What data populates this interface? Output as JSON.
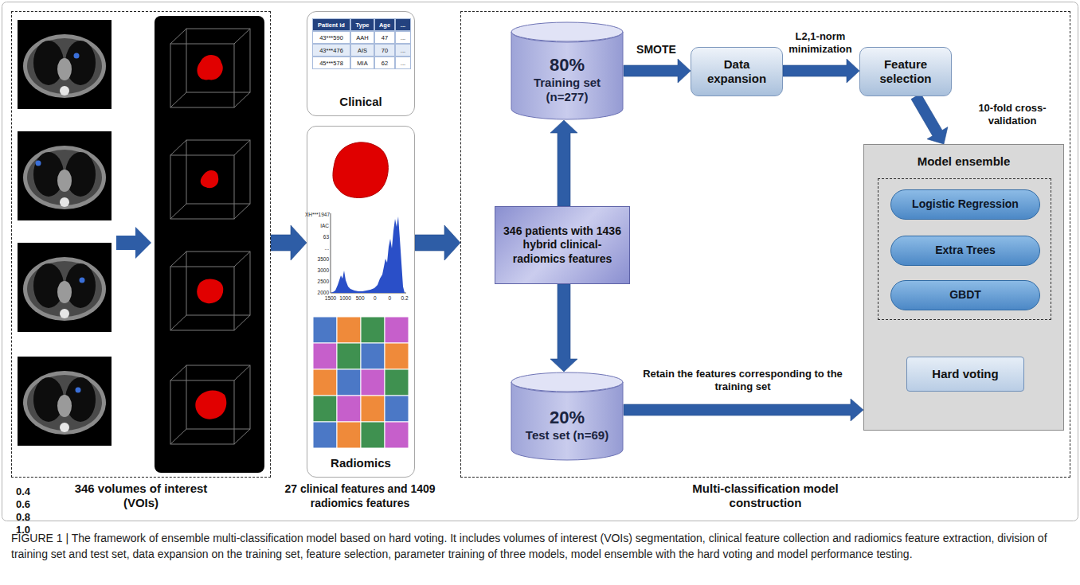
{
  "diagram": {
    "caption": "FIGURE 1 | The framework of ensemble multi-classification model based on hard voting. It includes volumes of interest (VOIs) segmentation, clinical feature collection and radiomics feature extraction, division of training set and test set, data expansion on the training set, feature selection, parameter training of three models, model ensemble with the hard voting and model performance testing.",
    "nodes": [
      {
        "text": [
          "346 volumes of interest (VOIs)"
        ]
      },
      {
        "text": [
          "Clinical"
        ]
      },
      {
        "text": [
          "Radiomics"
        ]
      },
      {
        "text": [
          "Multi-classification model construction"
        ]
      },
      {
        "text": [
          "80%",
          "Training set (n=277)"
        ],
        "in": 3
      },
      {
        "text": [
          "346 patients with 1436 hybrid clinical-radiomics features"
        ],
        "in": 3
      },
      {
        "text": [
          "20%",
          "Test set (n=69)"
        ],
        "in": 3
      },
      {
        "text": [
          "Data expansion"
        ],
        "in": 3
      },
      {
        "text": [
          "Feature selection"
        ],
        "in": 3
      },
      {
        "text": [
          "Model ensemble"
        ],
        "in": 3
      },
      {
        "text": [
          "Logistic Regression"
        ],
        "in": 9
      },
      {
        "text": [
          "Extra Trees"
        ],
        "in": 9
      },
      {
        "text": [
          "GBDT"
        ],
        "in": 9
      },
      {
        "text": [
          "Hard voting"
        ],
        "in": 9
      }
    ],
    "edges": [
      {
        "from": 0,
        "to": 2,
        "arrow": "to"
      },
      {
        "from": 2,
        "to": 3,
        "arrow": "to"
      },
      {
        "from": 5,
        "to": 4,
        "arrow": "to"
      },
      {
        "from": 5,
        "to": 6,
        "arrow": "to"
      },
      {
        "from": 4,
        "to": 7,
        "arrow": "to",
        "label": "SMOTE"
      },
      {
        "from": 7,
        "to": 8,
        "arrow": "to",
        "label": "L2,1-norm minimization"
      },
      {
        "from": 8,
        "to": 9,
        "arrow": "to",
        "label": "10-fold cross-validation"
      },
      {
        "from": 6,
        "to": 9,
        "arrow": "to",
        "label": "Retain the features corresponding to the training set"
      },
      {
        "from": 12,
        "to": 13,
        "arrow": "to"
      }
    ],
    "labels": [
      "27 clinical features and 1409 radiomics features",
      "Patient id",
      "Type",
      "Age",
      "...",
      "43***590",
      "AAH",
      "47",
      "...",
      "43***476",
      "AIS",
      "70",
      "...",
      "45***578",
      "MIA",
      "62",
      "...",
      "XH***1947",
      "IAC",
      "63",
      "...",
      "3500",
      "3000",
      "2500",
      "2000",
      "1500",
      "1000",
      "500",
      "0",
      "0",
      "0.2",
      "0.4",
      "0.6",
      "0.8",
      "1.0"
    ]
  }
}
